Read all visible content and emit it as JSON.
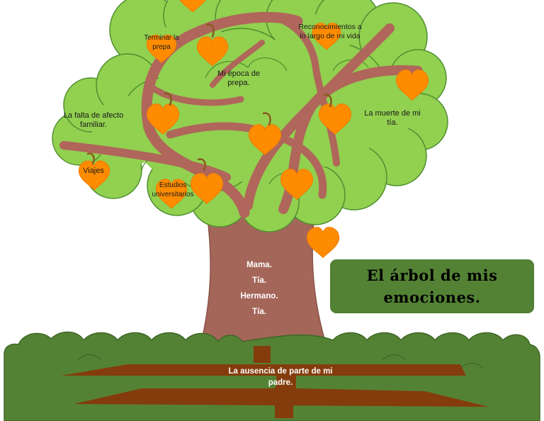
{
  "title": "El árbol de mis emociones.",
  "colors": {
    "canopy": "#92D050",
    "canopy_outline": "#4F8F2F",
    "branch": "#B0665A",
    "trunk": "#A5665A",
    "heart": "#FF8C00",
    "heart_light": "#FFA833",
    "grass": "#548235",
    "grass_outline": "#3E6626",
    "root": "#843C0C",
    "title_bg": "#548235"
  },
  "branch_labels": {
    "terminar_prepa": "Terminar la prepa",
    "reconocimientos": "Reconocimientos a lo largo de mi vida",
    "epoca_prepa": "Mi época de prepa.",
    "falta_afecto": "La falta de afecto familiar.",
    "muerte_tia": "La muerte de mi tía.",
    "viajes": "Viajes",
    "estudios": "Estudios universitarios"
  },
  "trunk_labels": [
    "Mama.",
    "Tía.",
    "Hermano.",
    "Tía."
  ],
  "root_label": "La ausencia de parte de mi padre."
}
